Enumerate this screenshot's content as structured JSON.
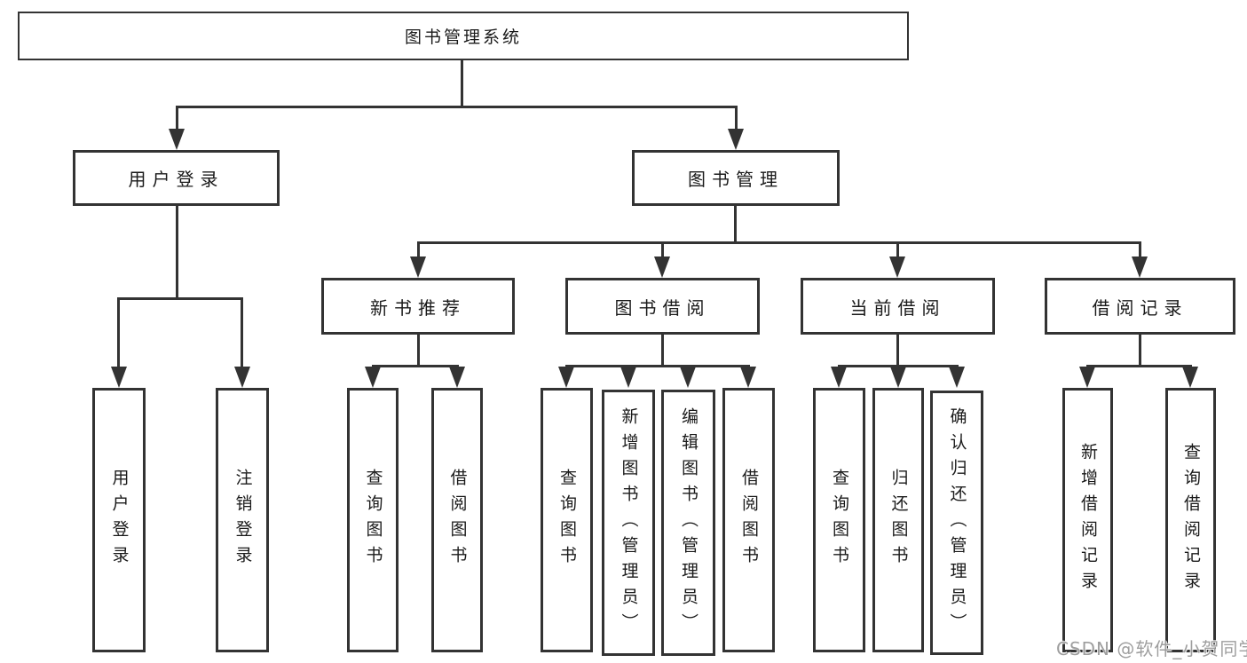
{
  "nodes": {
    "root": "图书管理系统",
    "user_login": "用户登录",
    "book_mgmt": "图书管理",
    "new_book_rec": "新书推荐",
    "book_borrow": "图书借阅",
    "current_borrow": "当前借阅",
    "borrow_records": "借阅记录",
    "leaf_user_login": "用户登录",
    "leaf_logout": "注销登录",
    "leaf_query_books_1": "查询图书",
    "leaf_borrow_books_1": "借阅图书",
    "leaf_query_books_2": "查询图书",
    "leaf_add_book": "新增图书（管理员）",
    "leaf_edit_book": "编辑图书（管理员）",
    "leaf_borrow_books_2": "借阅图书",
    "leaf_query_books_3": "查询图书",
    "leaf_return_book": "归还图书",
    "leaf_confirm_return": "确认归还（管理员）",
    "leaf_add_record": "新增借阅记录",
    "leaf_query_record": "查询借阅记录"
  },
  "edges": [
    [
      "root",
      "user_login"
    ],
    [
      "root",
      "book_mgmt"
    ],
    [
      "user_login",
      "leaf_user_login"
    ],
    [
      "user_login",
      "leaf_logout"
    ],
    [
      "book_mgmt",
      "new_book_rec"
    ],
    [
      "book_mgmt",
      "book_borrow"
    ],
    [
      "book_mgmt",
      "current_borrow"
    ],
    [
      "book_mgmt",
      "borrow_records"
    ],
    [
      "new_book_rec",
      "leaf_query_books_1"
    ],
    [
      "new_book_rec",
      "leaf_borrow_books_1"
    ],
    [
      "book_borrow",
      "leaf_query_books_2"
    ],
    [
      "book_borrow",
      "leaf_add_book"
    ],
    [
      "book_borrow",
      "leaf_edit_book"
    ],
    [
      "book_borrow",
      "leaf_borrow_books_2"
    ],
    [
      "current_borrow",
      "leaf_query_books_3"
    ],
    [
      "current_borrow",
      "leaf_return_book"
    ],
    [
      "current_borrow",
      "leaf_confirm_return"
    ],
    [
      "borrow_records",
      "leaf_add_record"
    ],
    [
      "borrow_records",
      "leaf_query_record"
    ]
  ],
  "watermark": "CSDN @软件_小贺同学",
  "colors": {
    "line": "#333333",
    "border": "#333333",
    "text": "#1a1a1a",
    "watermark": "#9e9e9e",
    "background": "#ffffff"
  }
}
